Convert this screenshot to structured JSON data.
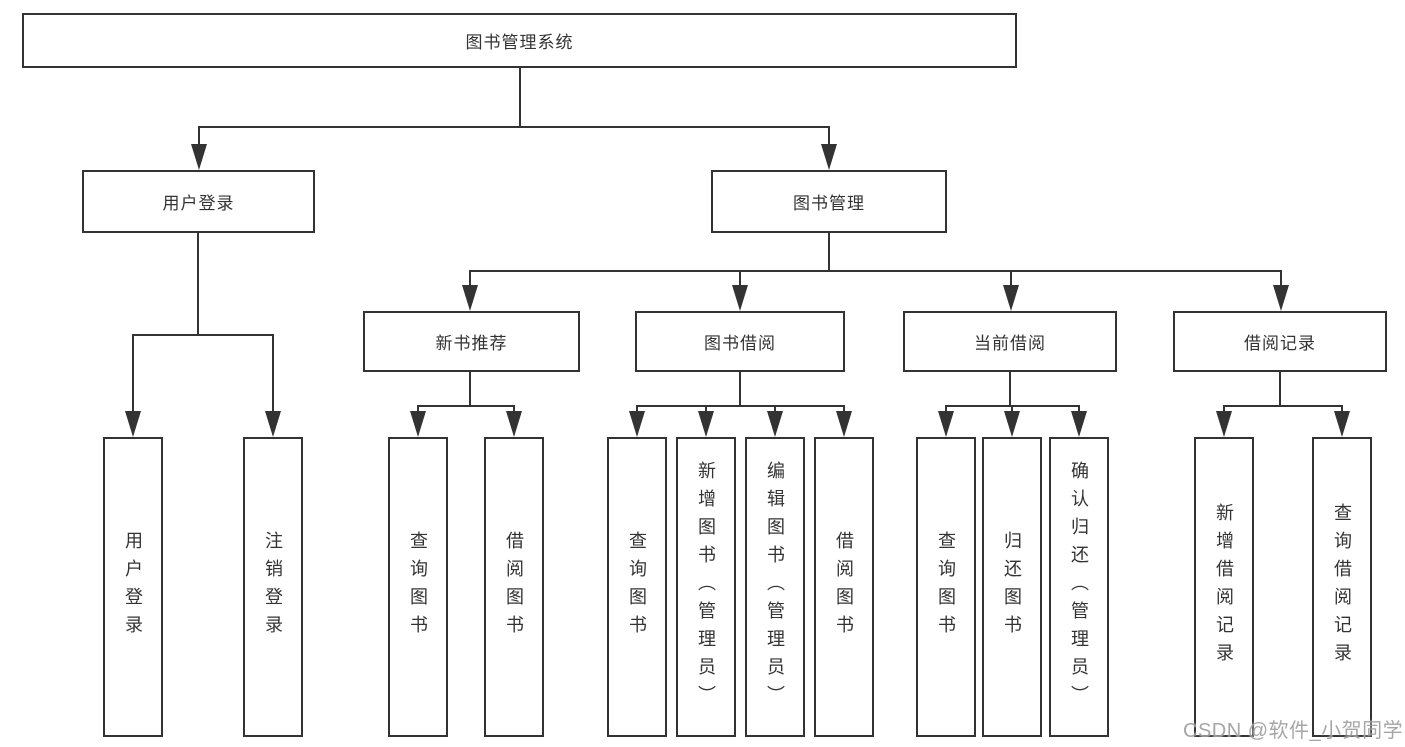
{
  "root": {
    "label": "图书管理系统"
  },
  "level2": {
    "login": {
      "label": "用户登录"
    },
    "mgmt": {
      "label": "图书管理"
    }
  },
  "level3": {
    "recommend": {
      "label": "新书推荐"
    },
    "borrow": {
      "label": "图书借阅"
    },
    "current": {
      "label": "当前借阅"
    },
    "records": {
      "label": "借阅记录"
    }
  },
  "leaves": {
    "login_user": {
      "label": "用户登录"
    },
    "login_logout": {
      "label": "注销登录"
    },
    "rec_query": {
      "label": "查询图书"
    },
    "rec_borrow": {
      "label": "借阅图书"
    },
    "bor_query": {
      "label": "查询图书"
    },
    "bor_add": {
      "label": "新增图书（管理员）"
    },
    "bor_edit": {
      "label": "编辑图书（管理员）"
    },
    "bor_borrow": {
      "label": "借阅图书"
    },
    "cur_query": {
      "label": "查询图书"
    },
    "cur_return": {
      "label": "归还图书"
    },
    "cur_confirm": {
      "label": "确认归还（管理员）"
    },
    "log_add": {
      "label": "新增借阅记录"
    },
    "log_query": {
      "label": "查询借阅记录"
    }
  },
  "watermark": {
    "text": "CSDN @软件_小贺同学"
  },
  "colors": {
    "line": "#333333",
    "box_border": "#333333",
    "text": "#333333",
    "watermark_text": "#969696",
    "background": "#ffffff"
  }
}
